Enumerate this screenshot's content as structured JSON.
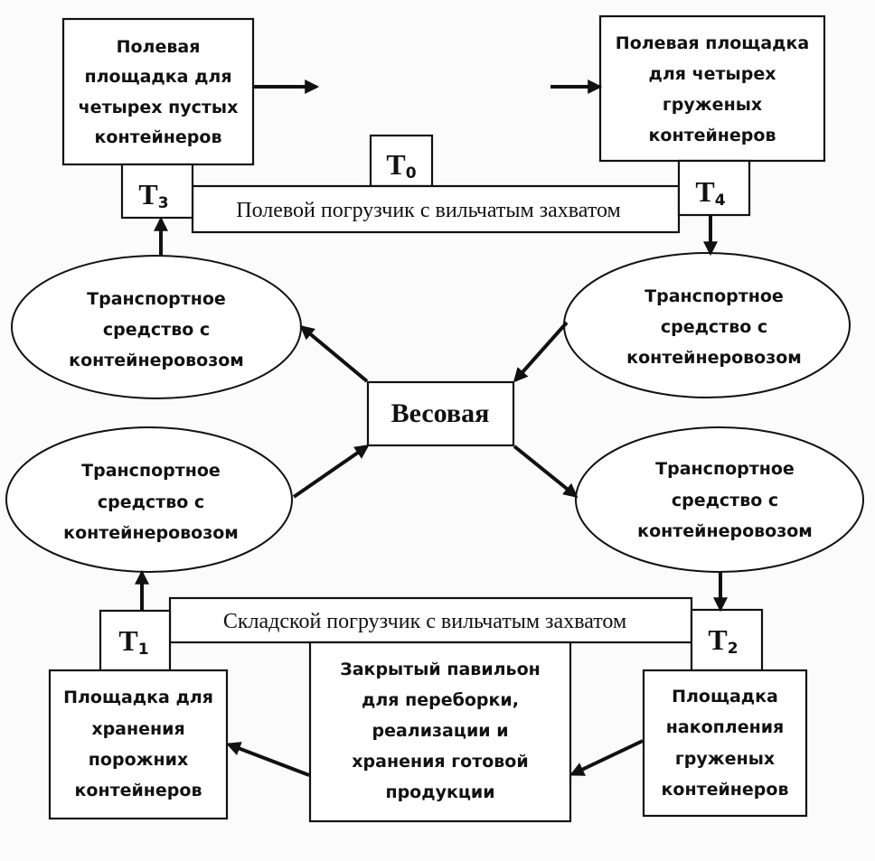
{
  "diagram": {
    "nodes": {
      "field_empty_site": {
        "lines": [
          "Полевая",
          "площадка  для",
          "четырех пустых",
          "контейнеров"
        ]
      },
      "field_loaded_site": {
        "lines": [
          "Полевая площадка",
          "для четырех",
          "груженых",
          "контейнеров"
        ]
      },
      "t0": {
        "main": "T",
        "sub": "0"
      },
      "t1": {
        "main": "T",
        "sub": "1"
      },
      "t2": {
        "main": "T",
        "sub": "2"
      },
      "t3": {
        "main": "T",
        "sub": "3"
      },
      "t4": {
        "main": "T",
        "sub": "4"
      },
      "field_forklift": {
        "label": "Полевой погрузчик с вильчатым захватом"
      },
      "warehouse_forklift": {
        "label": "Складской погрузчик с вильчатым захватом"
      },
      "scales": {
        "label": "Весовая"
      },
      "vehicle_top_left": {
        "lines": [
          "Транспортное",
          "средство с",
          "контейнеровозом"
        ]
      },
      "vehicle_top_right": {
        "lines": [
          "Транспортное",
          "средство с",
          "контейнеровозом"
        ]
      },
      "vehicle_bottom_left": {
        "lines": [
          "Транспортное",
          "средство с",
          "контейнеровозом"
        ]
      },
      "vehicle_bottom_right": {
        "lines": [
          "Транспортное",
          "средство с",
          "контейнеровозом"
        ]
      },
      "empty_storage_site": {
        "lines": [
          "Площадка для",
          "хранения",
          "порожних",
          "контейнеров"
        ]
      },
      "pavilion": {
        "lines": [
          "Закрытый павильон",
          "для переборки,",
          "реализации и",
          "хранения готовой",
          "продукции"
        ]
      },
      "loaded_accumulation_site": {
        "lines": [
          "Площадка",
          "накопления",
          "груженых",
          "контейнеров"
        ]
      }
    },
    "edges": [
      {
        "from": "field_empty_site",
        "to": "field_loaded_site"
      },
      {
        "from": "t4",
        "to": "vehicle_top_right"
      },
      {
        "from": "vehicle_top_right",
        "to": "scales"
      },
      {
        "from": "scales",
        "to": "vehicle_top_left"
      },
      {
        "from": "vehicle_top_left",
        "to": "t3"
      },
      {
        "from": "vehicle_bottom_left",
        "to": "scales"
      },
      {
        "from": "scales",
        "to": "vehicle_bottom_right"
      },
      {
        "from": "vehicle_bottom_right",
        "to": "t2"
      },
      {
        "from": "t1",
        "to": "vehicle_bottom_left"
      },
      {
        "from": "loaded_accumulation_site",
        "to": "pavilion"
      },
      {
        "from": "pavilion",
        "to": "empty_storage_site"
      }
    ]
  }
}
